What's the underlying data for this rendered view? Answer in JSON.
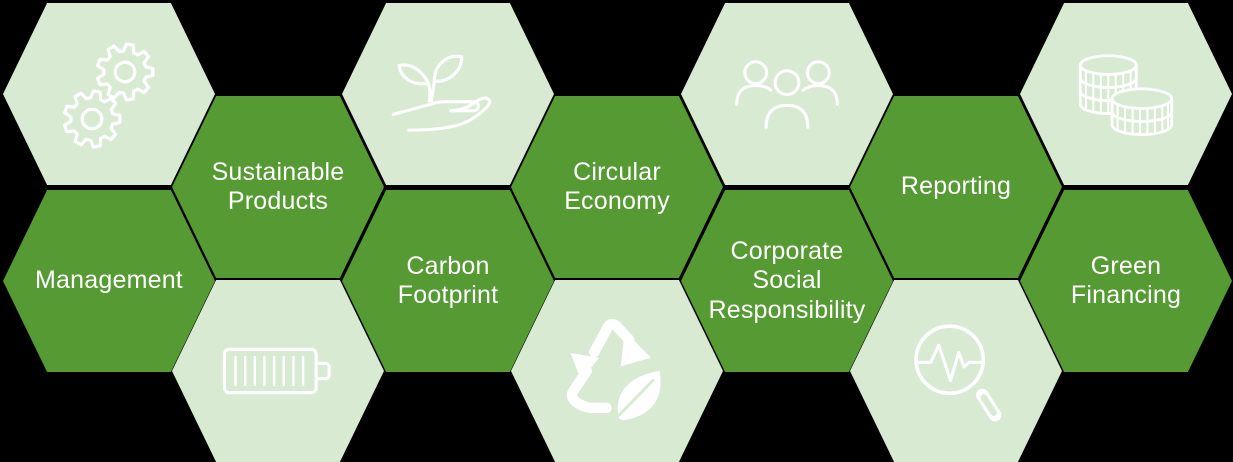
{
  "colors": {
    "background": "#000000",
    "tile_dark": "#559a32",
    "tile_light": "#d9ead3",
    "text": "#ffffff",
    "icon": "#ffffff"
  },
  "hexagons": [
    {
      "name": "gears",
      "type": "icon",
      "icon": "gears-icon"
    },
    {
      "name": "sustainable-products",
      "type": "label",
      "label": "Sustainable\nProducts"
    },
    {
      "name": "seedling-hand",
      "type": "icon",
      "icon": "seedling-hand-icon"
    },
    {
      "name": "circular-economy",
      "type": "label",
      "label": "Circular\nEconomy"
    },
    {
      "name": "people-group",
      "type": "icon",
      "icon": "people-group-icon"
    },
    {
      "name": "reporting",
      "type": "label",
      "label": "Reporting"
    },
    {
      "name": "coins",
      "type": "icon",
      "icon": "coins-icon"
    },
    {
      "name": "management",
      "type": "label",
      "label": "Management"
    },
    {
      "name": "battery",
      "type": "icon",
      "icon": "battery-icon"
    },
    {
      "name": "carbon-footprint",
      "type": "label",
      "label": "Carbon\nFootprint"
    },
    {
      "name": "recycle-leaf",
      "type": "icon",
      "icon": "recycle-leaf-icon"
    },
    {
      "name": "corporate-social-responsibility",
      "type": "label",
      "label": "Corporate\nSocial\nResponsibility"
    },
    {
      "name": "pulse-magnifier",
      "type": "icon",
      "icon": "pulse-magnifier-icon"
    },
    {
      "name": "green-financing",
      "type": "label",
      "label": "Green\nFinancing"
    }
  ]
}
